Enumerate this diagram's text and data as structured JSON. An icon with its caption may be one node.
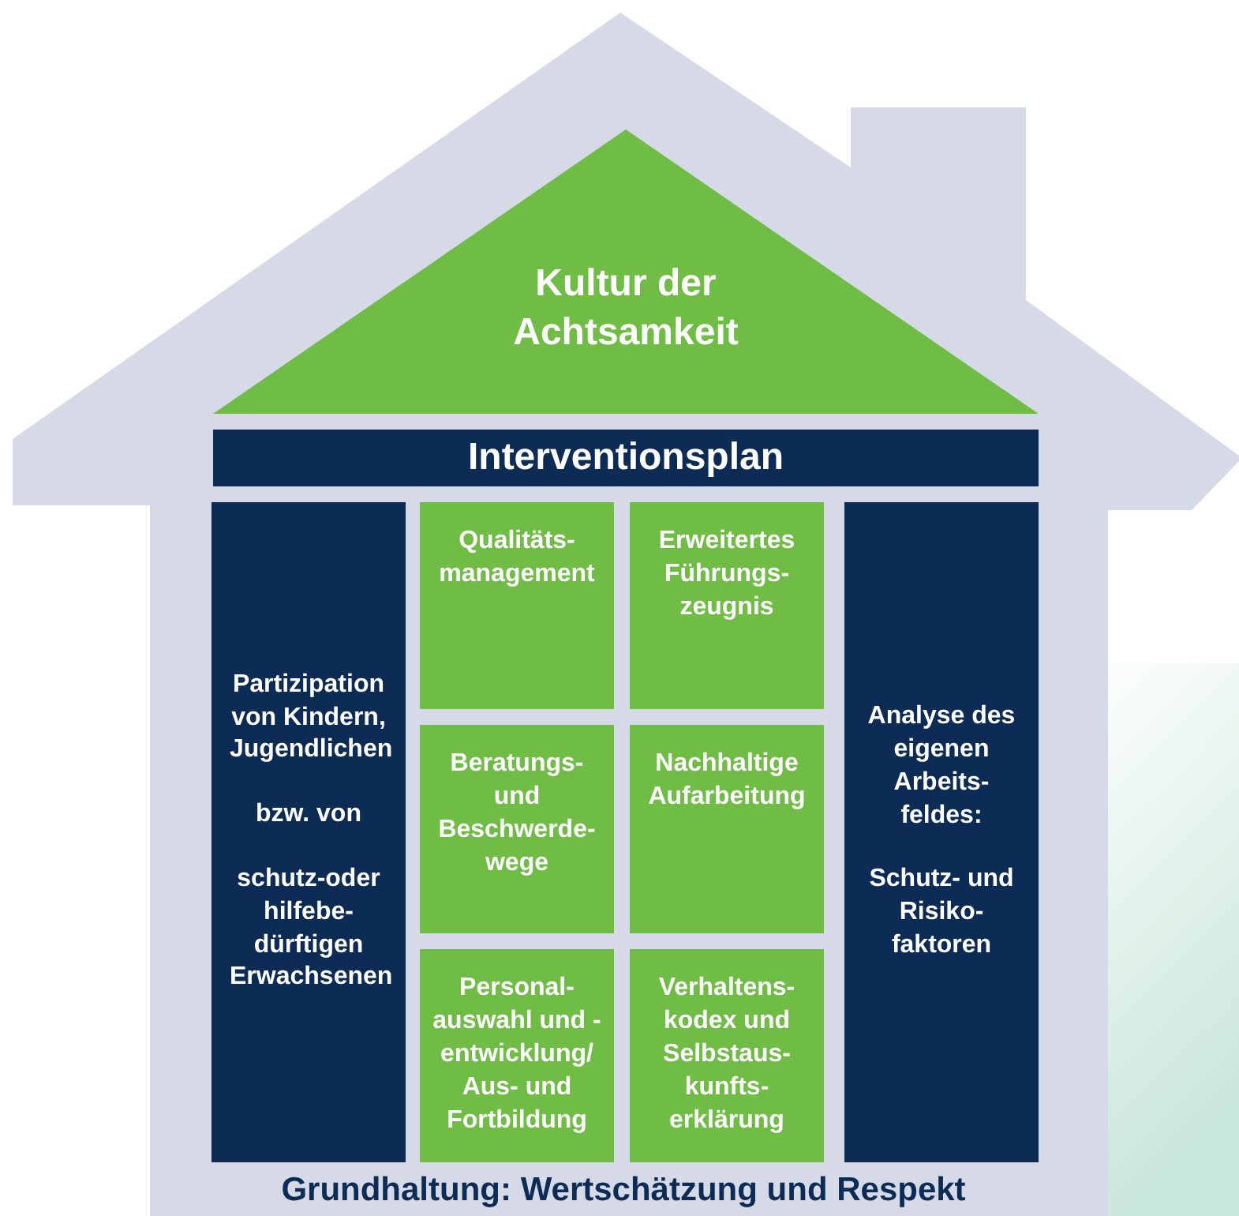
{
  "diagram": {
    "nodes": [
      {
        "text": [
          "Grundhaltung: Wertschätzung und Respekt"
        ]
      },
      {
        "text": [
          "Kultur der Achtsamkeit"
        ],
        "in": 0
      },
      {
        "text": [
          "Interventionsplan"
        ],
        "in": 0
      },
      {
        "text": [
          "Partizipation von Kindern, Jugendlichen",
          "bzw. von",
          "schutz-oder hilfebe- dürftigen Erwachsenen"
        ],
        "in": 0
      },
      {
        "text": [
          "Qualitäts- management"
        ],
        "in": 0
      },
      {
        "text": [
          "Erweitertes Führungs- zeugnis"
        ],
        "in": 0
      },
      {
        "text": [
          "Beratungs- und Beschwerde- wege"
        ],
        "in": 0
      },
      {
        "text": [
          "Nachhaltige Aufarbeitung"
        ],
        "in": 0
      },
      {
        "text": [
          "Personal- auswahl und -entwicklung/ Aus- und Fortbildung"
        ],
        "in": 0
      },
      {
        "text": [
          "Verhaltens- kodex und Selbstaus- kunfts- erklärung"
        ],
        "in": 0
      },
      {
        "text": [
          "Analyse des eigenen Arbeits- feldes:",
          "Schutz- und Risiko- faktoren"
        ],
        "in": 0
      }
    ],
    "edges": []
  }
}
